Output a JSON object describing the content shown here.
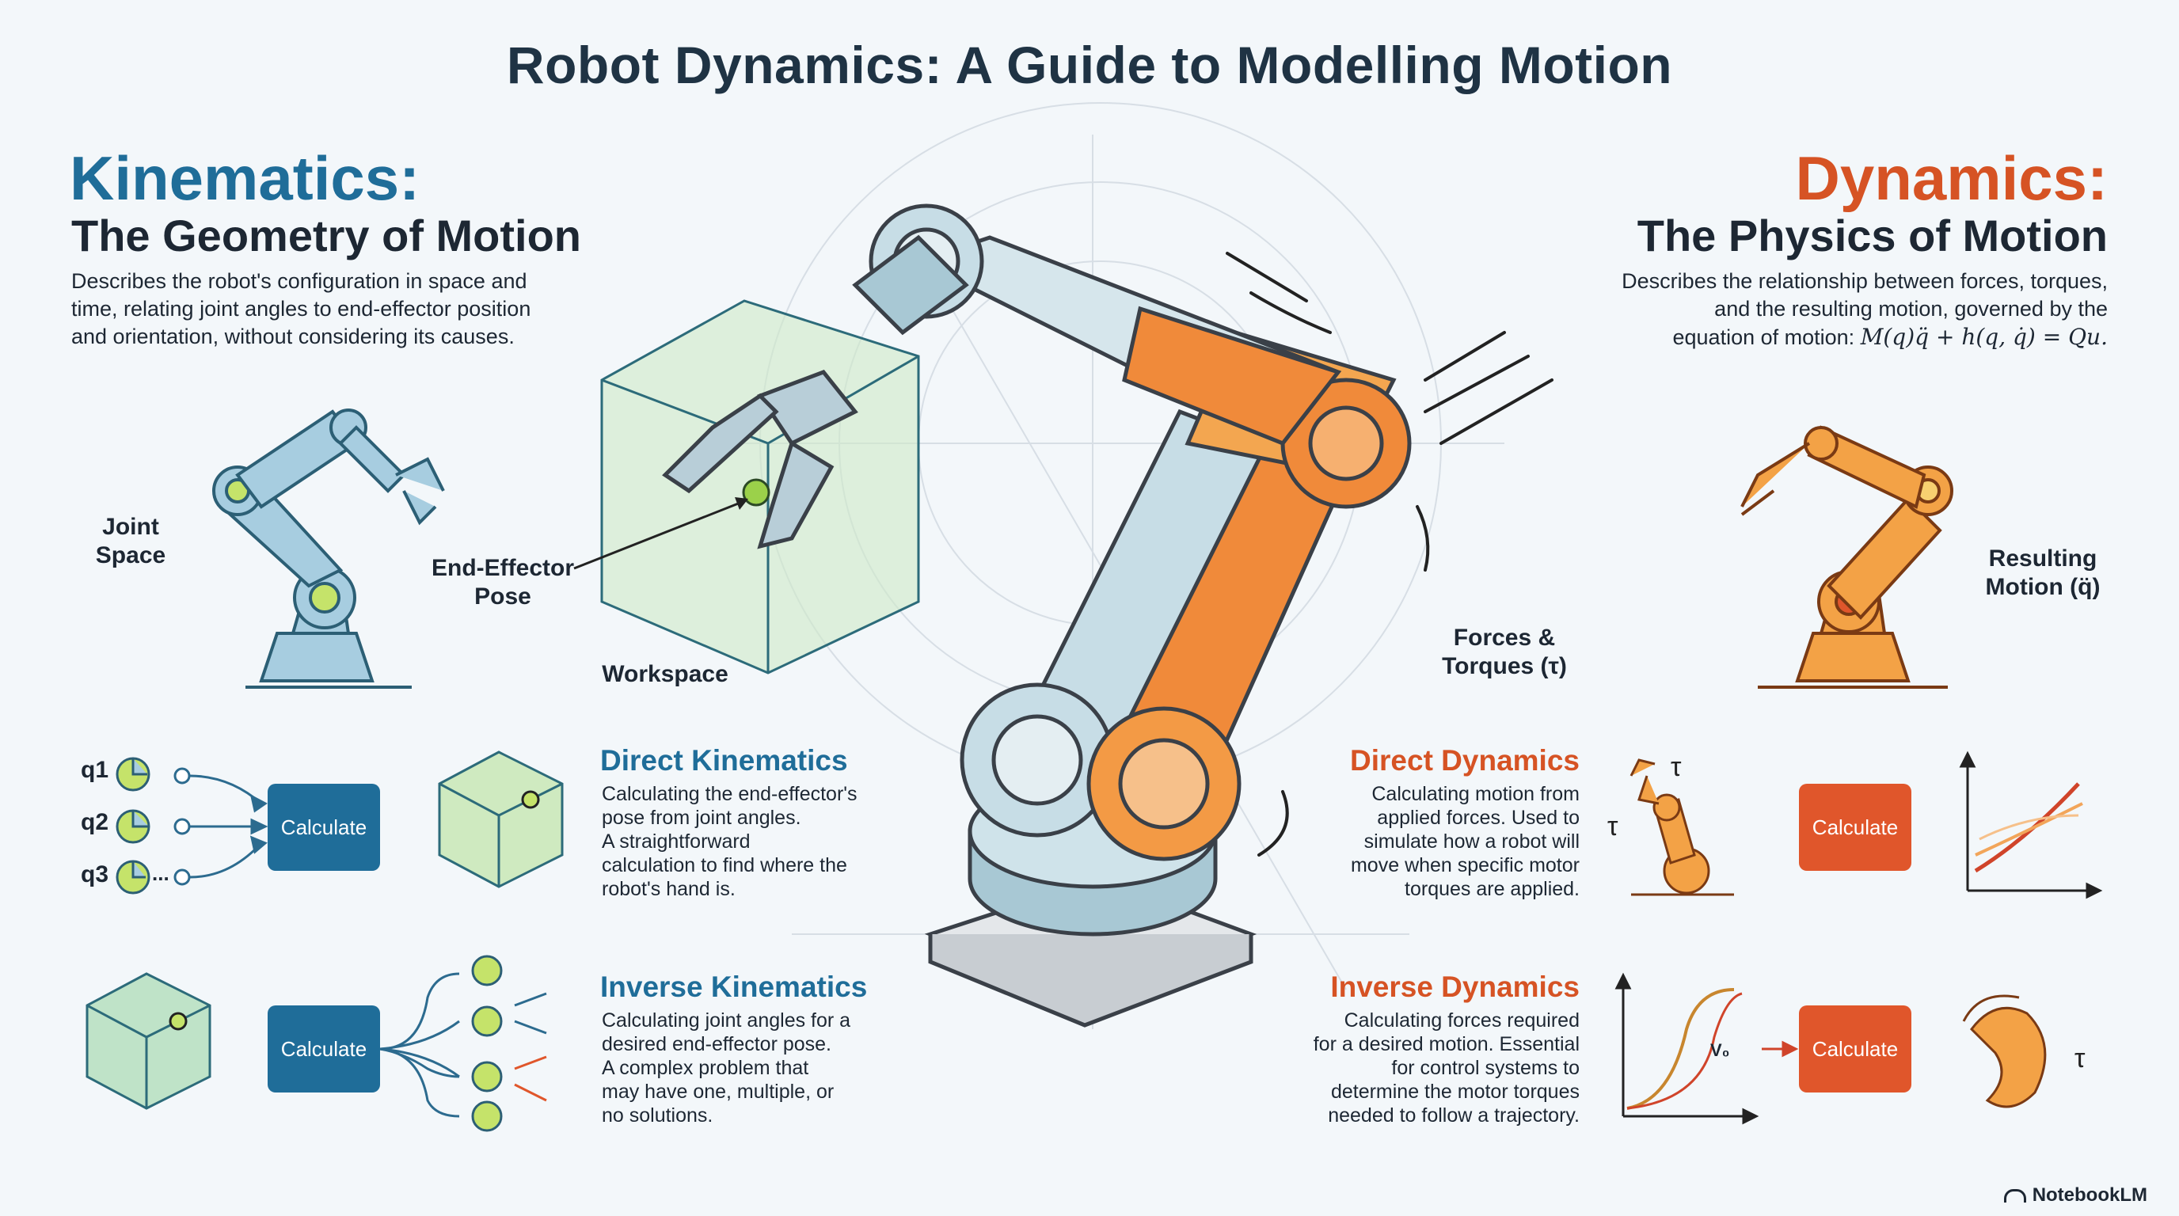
{
  "title": "Robot Dynamics: A Guide to Modelling Motion",
  "kinematics": {
    "heading": "Kinematics:",
    "subheading": "The Geometry of Motion",
    "description_lines": [
      "Describes the robot's configuration in space and",
      "time, relating joint angles to end-effector position",
      "and orientation, without considering its causes."
    ],
    "joint_space_label": [
      "Joint",
      "Space"
    ],
    "end_effector_label": [
      "End-Effector",
      "Pose"
    ],
    "workspace_label": "Workspace",
    "direct": {
      "title": "Direct Kinematics",
      "lines": [
        "Calculating the end-effector's",
        "pose from joint angles.",
        "A straightforward",
        "calculation to find where the",
        "robot's hand is."
      ],
      "button": "Calculate",
      "inputs": [
        "q1",
        "q2",
        "q3"
      ],
      "ellipsis": "..."
    },
    "inverse": {
      "title": "Inverse Kinematics",
      "lines": [
        "Calculating joint angles for a",
        "desired end-effector pose.",
        "A complex problem that",
        "may have one, multiple, or",
        "no solutions."
      ],
      "button": "Calculate"
    }
  },
  "dynamics": {
    "heading": "Dynamics:",
    "subheading": "The Physics of Motion",
    "description_lines": [
      "Describes the relationship between forces, torques,",
      "and the resulting motion, governed by the",
      "equation of motion:"
    ],
    "equation": "M(q)q̈ + h(q, q̇) = Qu.",
    "resulting_motion_label": [
      "Resulting",
      "Motion (q̈)"
    ],
    "forces_label": [
      "Forces &",
      "Torques (τ)"
    ],
    "direct": {
      "title": "Direct Dynamics",
      "lines": [
        "Calculating motion from",
        "applied forces. Used to",
        "simulate how a robot will",
        "move when specific motor",
        "torques are applied."
      ],
      "button": "Calculate",
      "tau": "τ"
    },
    "inverse": {
      "title": "Inverse Dynamics",
      "lines": [
        "Calculating forces required",
        "for a desired motion. Essential",
        "for control systems to",
        "determine the motor torques",
        "needed to follow a trajectory."
      ],
      "button": "Calculate",
      "v0": "V₀",
      "tau": "τ"
    }
  },
  "brand": "NotebookLM",
  "colors": {
    "kinematics_blue": "#1f6d99",
    "dynamics_orange": "#d65324",
    "calc_blue": "#1f6d99",
    "calc_orange": "#e0562b"
  }
}
